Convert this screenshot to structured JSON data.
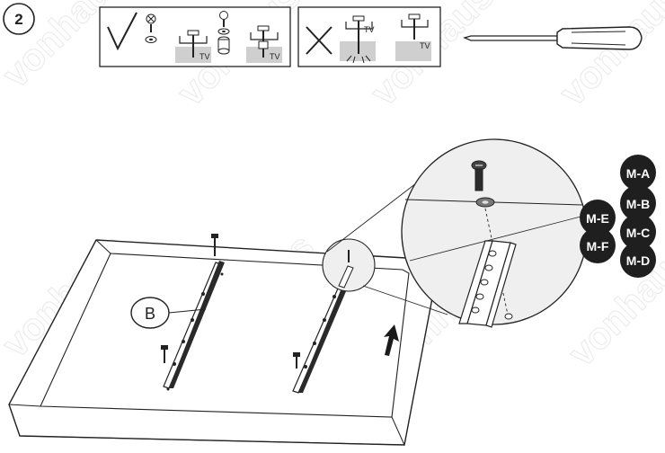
{
  "step_number": "2",
  "panels": {
    "correct": {
      "symbol": "check-mark",
      "tv_labels": [
        "TV",
        "TV"
      ]
    },
    "incorrect": {
      "symbol": "cross-mark",
      "tv_labels": [
        "TV",
        "TV"
      ]
    }
  },
  "tool": "screwdriver-icon",
  "callouts": {
    "bracket": "B",
    "parts": [
      "M-A",
      "M-B",
      "M-C",
      "M-D",
      "M-E",
      "M-F"
    ]
  },
  "watermark": "vonhaus",
  "colors": {
    "line": "#222222",
    "badge": "#1f1f1f",
    "badge_text": "#ffffff",
    "watermark": "#e6e6e6"
  }
}
